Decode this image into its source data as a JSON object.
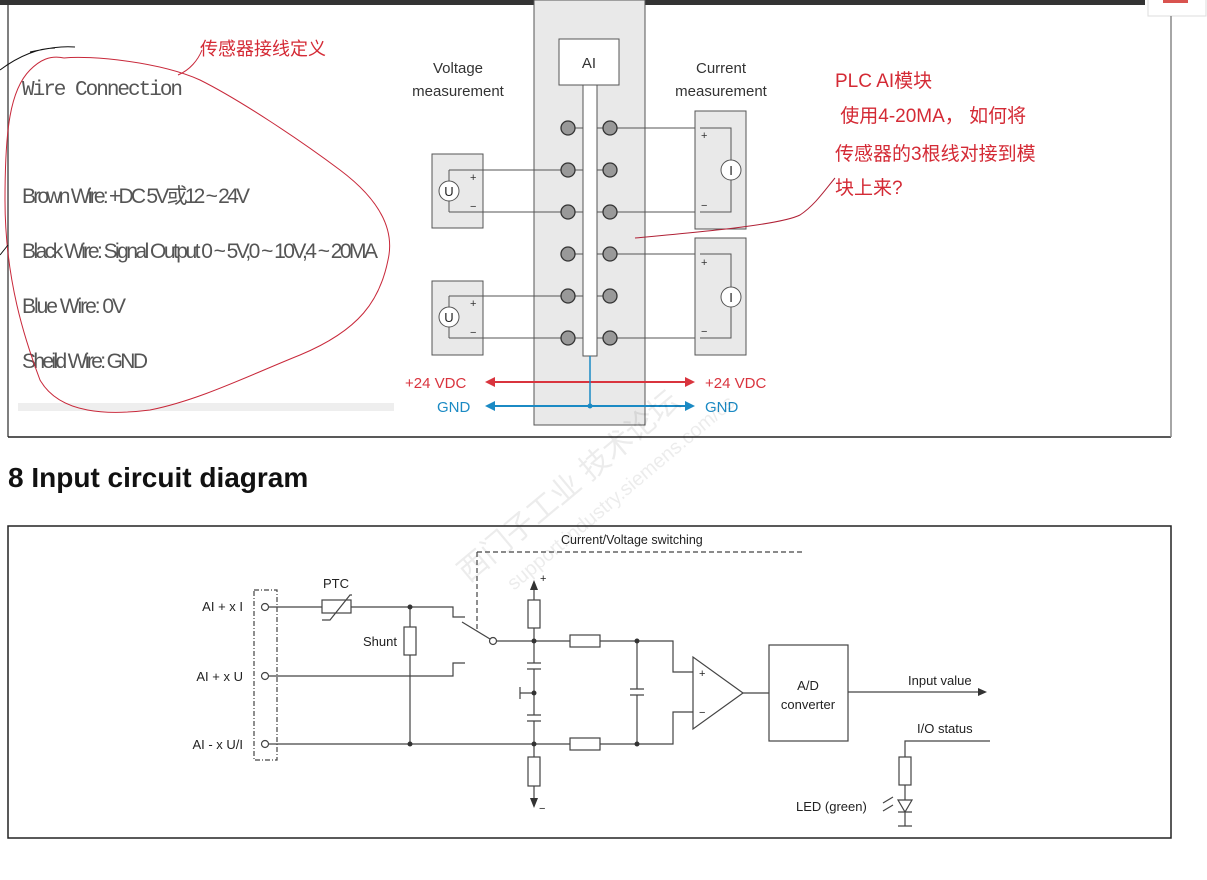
{
  "top_panel": {
    "wire_connection": {
      "title": "Wire Connection",
      "lines": [
        "Brown Wire:  +DC 5V或12 ~ 24V",
        "Black Wire:  Signal Output    0 ~ 5V,0 ~ 10V,4 ~ 20MA",
        "Blue Wire:  0V",
        "Sheild Wire:  GND"
      ],
      "annotation": "传感器接线定义"
    },
    "module_diagram": {
      "module_label": "AI",
      "voltage_label": [
        "Voltage",
        "measurement"
      ],
      "current_label": [
        "Current",
        "measurement"
      ],
      "voltage_source_symbol": "U",
      "current_source_symbol": "I",
      "plus": "+",
      "minus": "−",
      "supply_label": "+24 VDC",
      "gnd_label": "GND",
      "supply_color": "#d9343e",
      "gnd_color": "#1b8ac4"
    },
    "question": [
      "PLC  AI模块",
      " 使用4-20MA， 如何将",
      "传感器的3根线对接到模",
      "块上来?"
    ],
    "annotation_color": "#d42a35"
  },
  "section_heading": "8 Input circuit diagram",
  "circuit": {
    "terminals": [
      "AI + x I",
      "AI + x U",
      "AI - x U/I"
    ],
    "ptc": "PTC",
    "shunt": "Shunt",
    "switching": "Current/Voltage switching",
    "plus": "+",
    "minus": "−",
    "adc": [
      "A/D",
      "converter"
    ],
    "input_value": "Input value",
    "io_status": "I/O status",
    "led": "LED (green)"
  },
  "watermark": [
    "西门子工业  技术论坛",
    "support.industry.siemens.com/cs"
  ]
}
